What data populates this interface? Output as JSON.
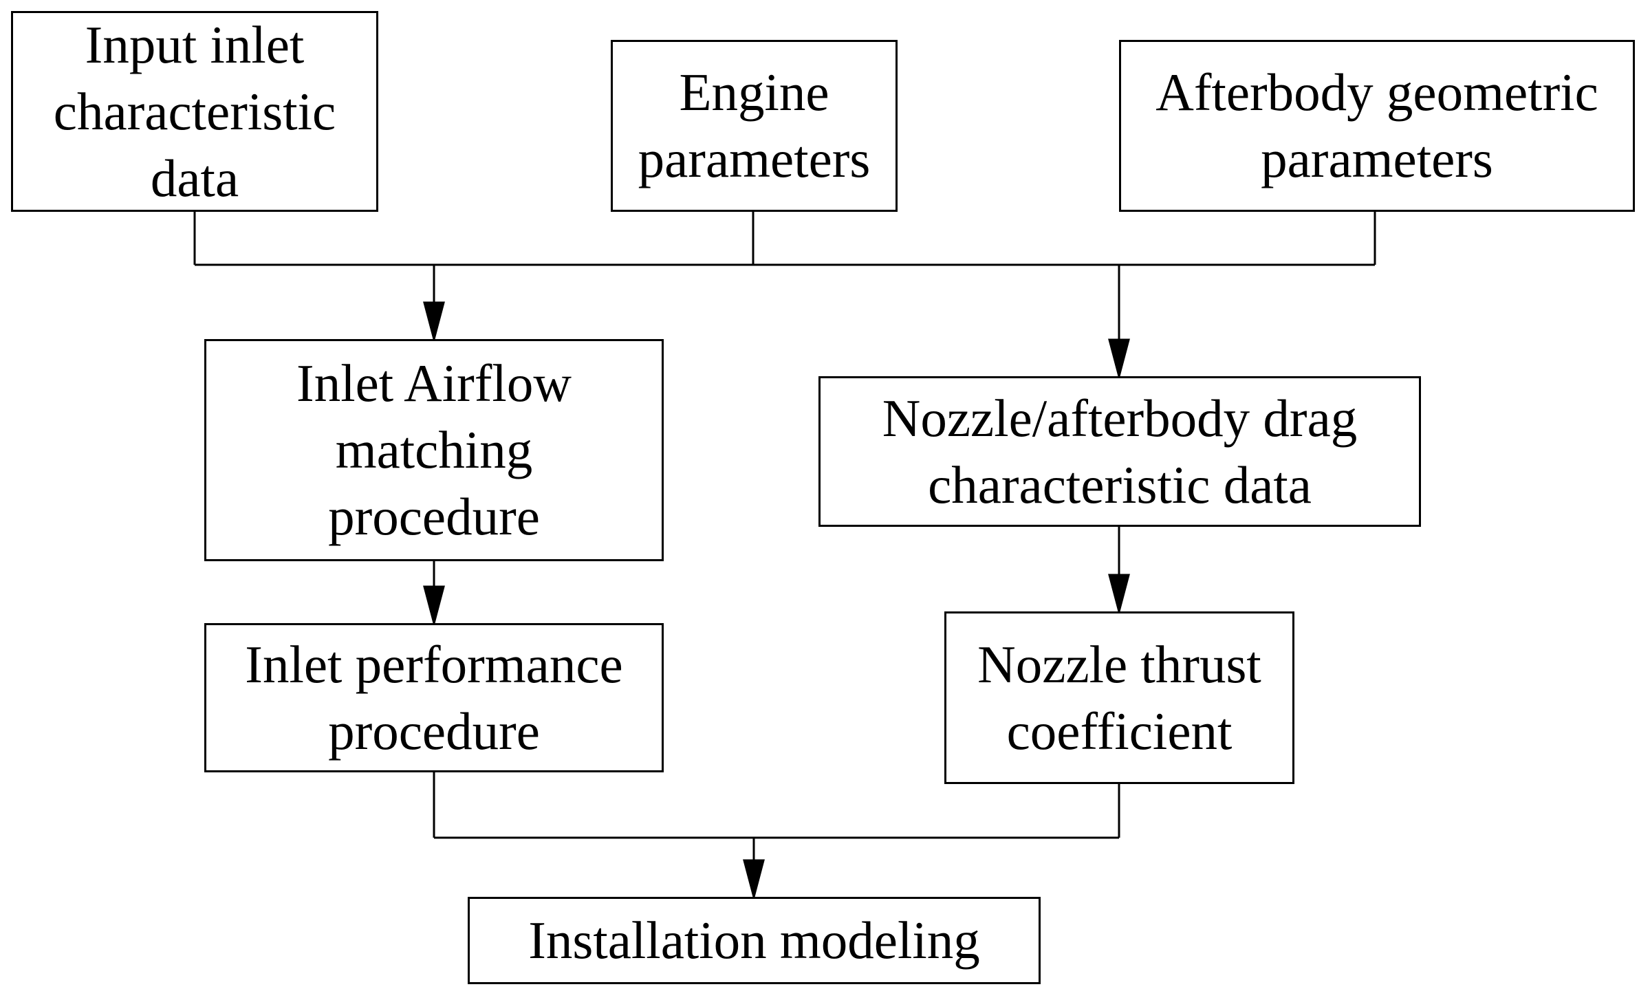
{
  "diagram": {
    "nodes": {
      "input_inlet": {
        "lines": [
          "Input inlet",
          "characteristic",
          "data"
        ]
      },
      "engine_params": {
        "lines": [
          "Engine",
          "parameters"
        ]
      },
      "afterbody_params": {
        "lines": [
          "Afterbody geometric",
          "parameters"
        ]
      },
      "inlet_airflow": {
        "lines": [
          "Inlet Airflow",
          "matching",
          "procedure"
        ]
      },
      "nozzle_drag": {
        "lines": [
          "Nozzle/afterbody drag",
          "characteristic data"
        ]
      },
      "inlet_performance": {
        "lines": [
          "Inlet performance",
          "procedure"
        ]
      },
      "nozzle_thrust": {
        "lines": [
          "Nozzle thrust",
          "coefficient"
        ]
      },
      "installation": {
        "lines": [
          "Installation modeling"
        ]
      }
    },
    "edges": [
      {
        "from": [
          "input_inlet",
          "engine_params",
          "afterbody_params"
        ],
        "to": "inlet_airflow"
      },
      {
        "from": [
          "input_inlet",
          "engine_params",
          "afterbody_params"
        ],
        "to": "nozzle_drag"
      },
      {
        "from": [
          "inlet_airflow"
        ],
        "to": "inlet_performance"
      },
      {
        "from": [
          "nozzle_drag"
        ],
        "to": "nozzle_thrust"
      },
      {
        "from": [
          "inlet_performance",
          "nozzle_thrust"
        ],
        "to": "installation"
      }
    ]
  }
}
